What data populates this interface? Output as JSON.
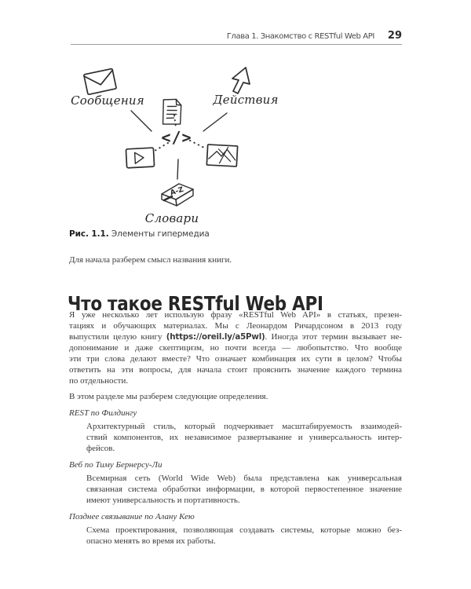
{
  "header": {
    "chapter_title": "Глава 1. Знакомство с RESTful Web API",
    "page_number": "29"
  },
  "figure": {
    "label_messages": "Сообщения",
    "label_actions": "Действия",
    "label_dictionaries": "Словари",
    "center_glyph": "</>",
    "book_cover_text": "A-Z",
    "caption_label": "Рис. 1.1.",
    "caption_text": " Элементы гипермедиа"
  },
  "intro_paragraph": "Для начала разберем смысл названия книги.",
  "section_heading": "Что такое RESTful Web API",
  "paragraphs": {
    "p1_lines": [
      "Я уже несколько лет использую фразу «RESTful Web API» в статьях, презен-",
      "тациях и обучающих материалах. Мы с Леонардом Ричардсоном в 2013 году",
      [
        "выпустили целую книгу ",
        {
          "t": "(https://oreil.ly/a5Pwl)",
          "c": "code"
        },
        {
          "t": ". Иногда этот термин вызывает не-"
        }
      ],
      "допонимание и даже скептицизм, но почти всегда — любопытство. Что вообще",
      "эти три слова делают вместе? Что означает комбинация их сути в целом? Чтобы",
      "ответить на эти вопросы, для начала стоит прояснить значение каждого термина",
      "по отдельности."
    ],
    "p2": "В этом разделе мы разберем следующие определения."
  },
  "definitions": [
    {
      "term": "REST по Филдингу",
      "lines": [
        "Архитектурный стиль, который подчеркивает масштабируемость взаимодей-",
        "ствий компонентов, их независимое развертывание и универсальность интер-",
        "фейсов."
      ]
    },
    {
      "term": "Веб по Тиму Бернерсу-Ли",
      "lines": [
        "Всемирная сеть (World Wide Web) была представлена как универсальная",
        "связанная система обработки информации, в которой первостепенное значение",
        "имеют универсальность и портативность."
      ]
    },
    {
      "term": "Позднее связывание по Алану Кею",
      "lines": [
        "Схема проектирования, позволяющая создавать системы, которые можно без-",
        "опасно менять во время их работы."
      ]
    }
  ]
}
